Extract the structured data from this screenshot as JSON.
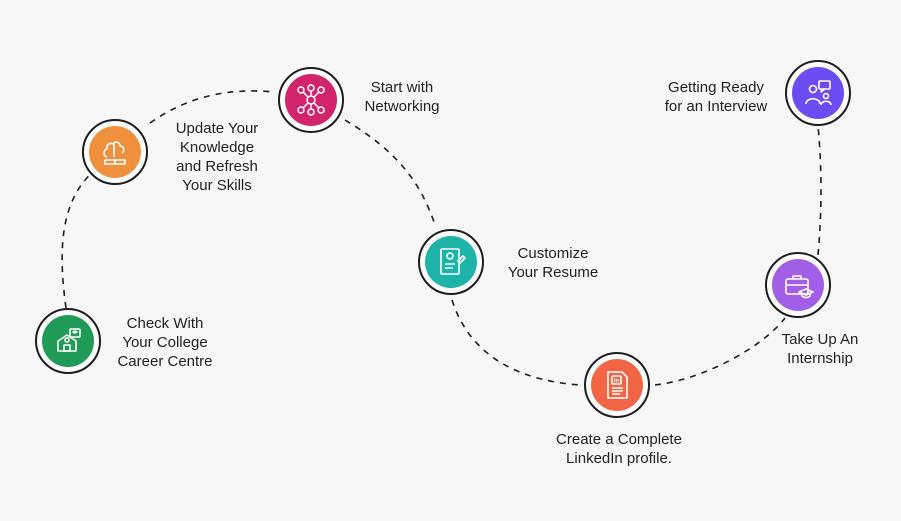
{
  "steps": [
    {
      "id": "check-college",
      "label": "Check With\nYour College\nCareer Centre",
      "color": "#1f9a57",
      "icon": "school-icon"
    },
    {
      "id": "update-skills",
      "label": "Update Your\nKnowledge\nand Refresh\nYour Skills",
      "color": "#f1903c",
      "icon": "brain-book-icon"
    },
    {
      "id": "networking",
      "label": "Start with\nNetworking",
      "color": "#d1246a",
      "icon": "network-icon"
    },
    {
      "id": "resume",
      "label": "Customize\nYour Resume",
      "color": "#1db3a6",
      "icon": "resume-icon"
    },
    {
      "id": "linkedin",
      "label": "Create a Complete\nLinkedIn profile.",
      "color": "#f26544",
      "icon": "linkedin-doc-icon"
    },
    {
      "id": "internship",
      "label": "Take Up An\nInternship",
      "color": "#a35ee8",
      "icon": "briefcase-cap-icon"
    },
    {
      "id": "interview",
      "label": "Getting Ready\nfor an Interview",
      "color": "#6d4cf3",
      "icon": "interview-icon"
    }
  ]
}
